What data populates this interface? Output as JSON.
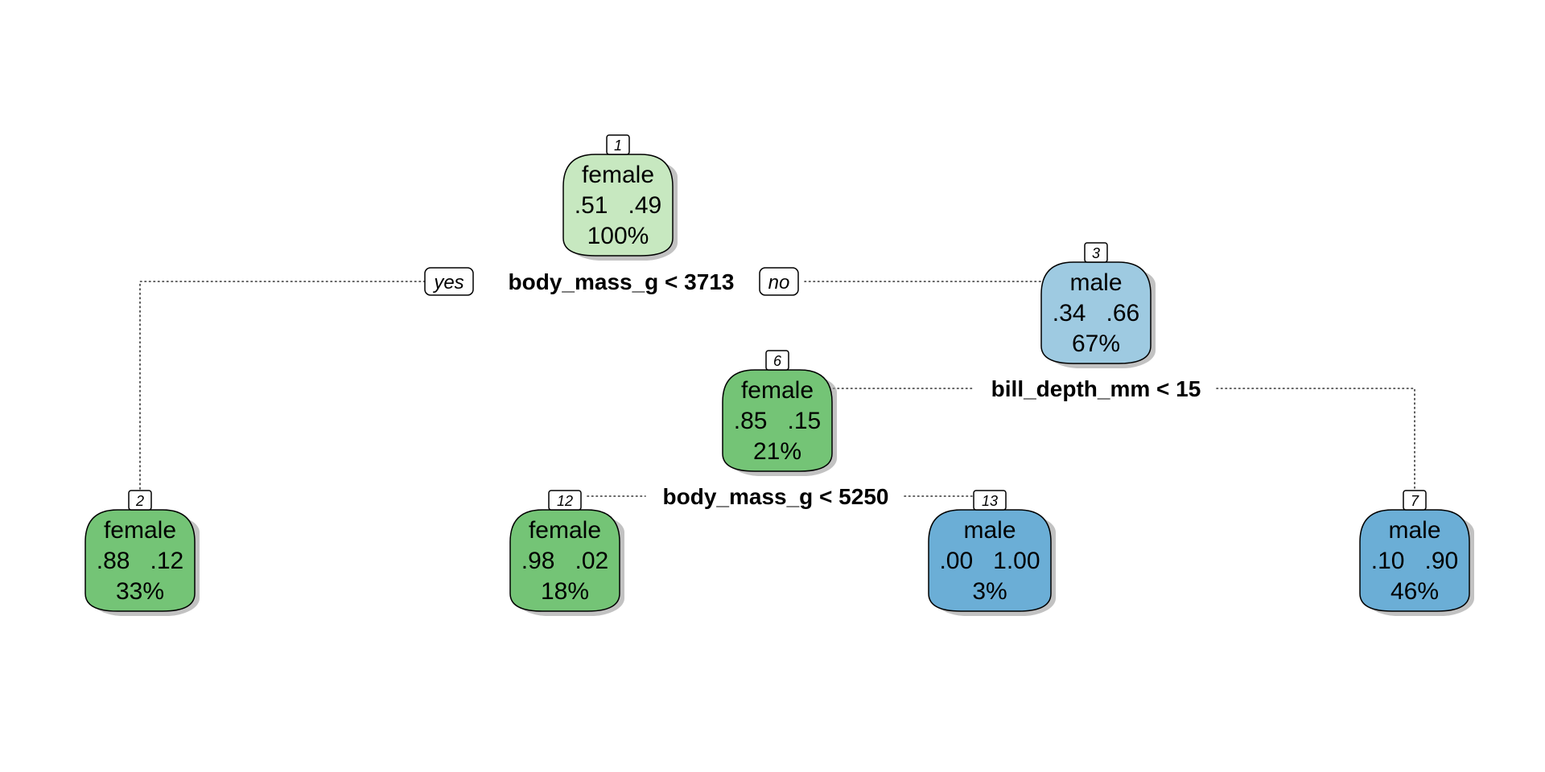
{
  "colors": {
    "female_light": "#c7e8c0",
    "female_dark": "#74c476",
    "male_light": "#9ecae1",
    "male_dark": "#6baed6"
  },
  "tree": {
    "branch_labels": {
      "yes": "yes",
      "no": "no"
    },
    "splits": [
      {
        "id": "split-1",
        "text": "body_mass_g < 3713"
      },
      {
        "id": "split-3",
        "text": "bill_depth_mm < 15"
      },
      {
        "id": "split-6",
        "text": "body_mass_g < 5250"
      }
    ],
    "nodes": [
      {
        "id": "1",
        "label": "female",
        "probs": ".51   .49",
        "pct": "100%",
        "color": "#c7e8c0"
      },
      {
        "id": "3",
        "label": "male",
        "probs": ".34   .66",
        "pct": "67%",
        "color": "#9ecae1"
      },
      {
        "id": "6",
        "label": "female",
        "probs": ".85   .15",
        "pct": "21%",
        "color": "#74c476"
      },
      {
        "id": "2",
        "label": "female",
        "probs": ".88   .12",
        "pct": "33%",
        "color": "#74c476"
      },
      {
        "id": "12",
        "label": "female",
        "probs": ".98   .02",
        "pct": "18%",
        "color": "#74c476"
      },
      {
        "id": "13",
        "label": "male",
        "probs": ".00   1.00",
        "pct": "3%",
        "color": "#6baed6"
      },
      {
        "id": "7",
        "label": "male",
        "probs": ".10   .90",
        "pct": "46%",
        "color": "#6baed6"
      }
    ]
  }
}
